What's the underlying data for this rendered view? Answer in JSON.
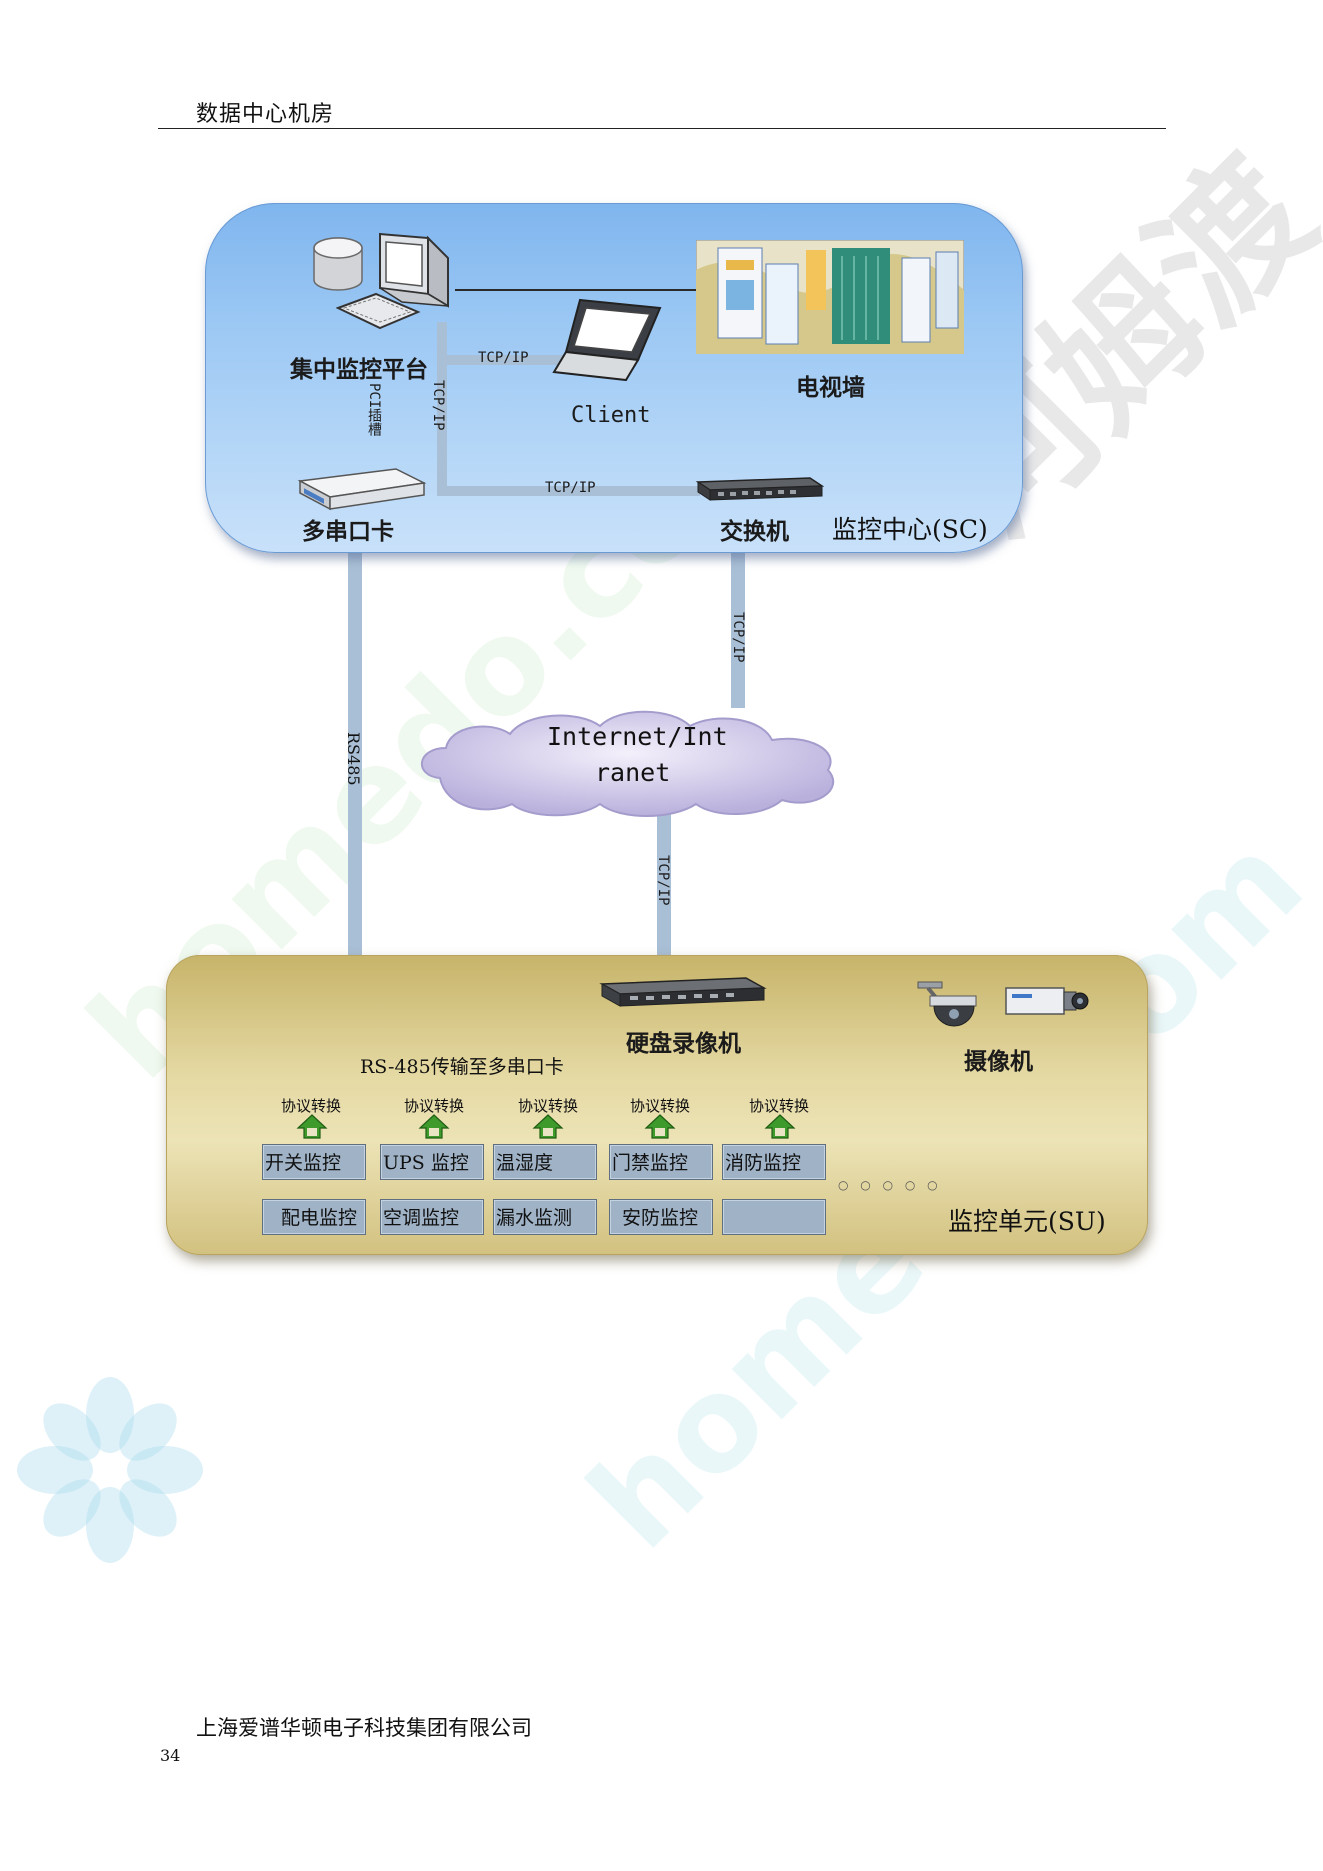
{
  "header": {
    "title": "数据中心机房"
  },
  "watermark": {
    "text_cn": "河姆渡",
    "text_en": "homedo.com"
  },
  "sc": {
    "title": "监控中心(SC)",
    "platform": "集中监控平台",
    "pci": "PCI插槽",
    "client": "Client",
    "tvwall": "电视墙",
    "serial_card": "多串口卡",
    "switch": "交换机",
    "tcpip": "TCP/IP"
  },
  "network": {
    "cloud_line1": "Internet/Int",
    "cloud_line2": "ranet",
    "rs485": "RS485",
    "tcpip": "TCP/IP"
  },
  "su": {
    "title": "监控单元(SU)",
    "dvr": "硬盘录像机",
    "camera": "摄像机",
    "rs485_note": "RS-485传输至多串口卡",
    "protocol": "协议转换",
    "dots": "○ ○ ○ ○ ○",
    "row1": [
      "开关监控",
      "UPS 监控",
      "温湿度",
      "门禁监控",
      "消防监控"
    ],
    "row2": [
      "配电监控",
      "空调监控",
      "漏水监测",
      "安防监控",
      ""
    ]
  },
  "footer": {
    "company": "上海爱谱华顿电子科技集团有限公司",
    "page": "34"
  },
  "colors": {
    "sc_blue": "#8fc0f2",
    "su_gold": "#e0d39a",
    "line_blue": "#a9bfd6"
  }
}
